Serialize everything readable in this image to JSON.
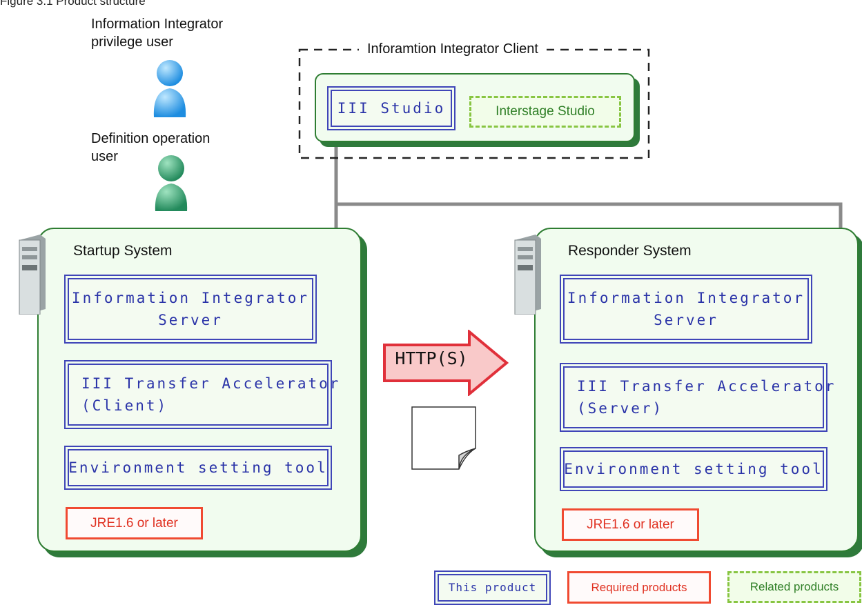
{
  "caption": "Figure 3.1 Product structure",
  "users": [
    {
      "label_line1": "Information Integrator",
      "label_line2": "privilege user",
      "color": "#1e9be8"
    },
    {
      "label_line1": "Definition operation",
      "label_line2": "user",
      "color": "#2a9b6a"
    }
  ],
  "client": {
    "title": "Inforamtion Integrator Client",
    "studio": "III Studio",
    "interstage": "Interstage Studio"
  },
  "startup": {
    "title": "Startup System",
    "server": [
      "Information Integrator",
      "Server"
    ],
    "accelerator": [
      "III Transfer Accelerator",
      "(Client)"
    ],
    "envtool": "Environment setting tool",
    "jre": "JRE1.6 or later"
  },
  "responder": {
    "title": "Responder System",
    "server": [
      "Information Integrator",
      "Server"
    ],
    "accelerator": [
      "III Transfer Accelerator",
      "(Server)"
    ],
    "envtool": "Environment setting tool",
    "jre": "JRE1.6 or later"
  },
  "arrow_label": "HTTP(S)",
  "legend": {
    "this_product": "This product",
    "required": "Required products",
    "related": "Related products"
  },
  "colors": {
    "product_border": "#3f45b8",
    "required_border": "#f04a31",
    "related_border": "#88c542",
    "system_border": "#2e7d32",
    "arrow_fill": "#f9c9c9",
    "arrow_stroke": "#e0303a"
  }
}
